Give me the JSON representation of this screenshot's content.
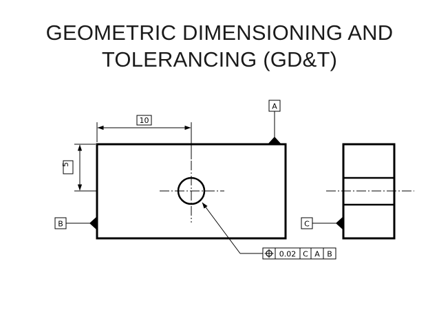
{
  "title": {
    "line1": "GEOMETRIC DIMENSIONING AND",
    "line2": "TOLERANCING (GD&T)"
  },
  "drawing": {
    "dimension_horizontal": "10",
    "dimension_vertical": "5",
    "datum_a": "A",
    "datum_b": "B",
    "datum_c": "C",
    "feature_control_frame": {
      "symbol": "position-icon",
      "tolerance": "0.02",
      "datum_1": "C",
      "datum_2": "A",
      "datum_3": "B"
    }
  },
  "colors": {
    "line": "#000000",
    "title": "#1a1a1a",
    "background": "#ffffff"
  }
}
